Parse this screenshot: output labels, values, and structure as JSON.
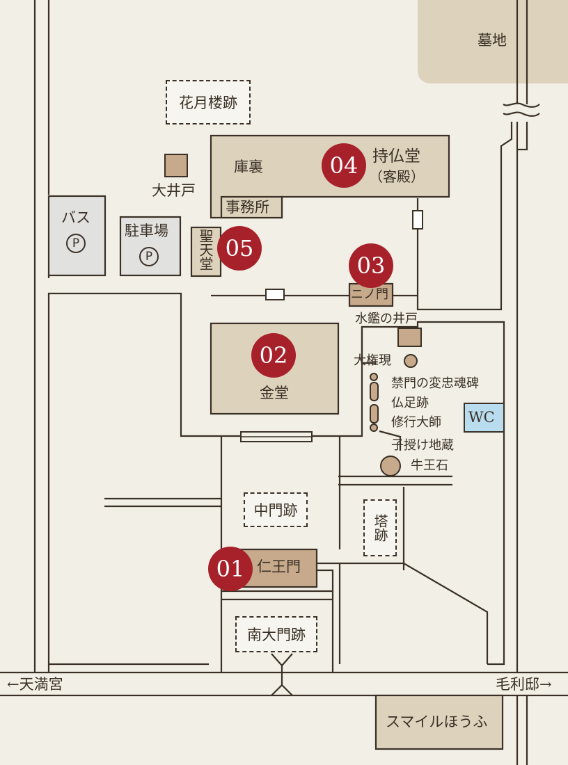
{
  "colors": {
    "background": "#f2efe7",
    "building": "#ddd3bd",
    "building_dark": "#c7a98b",
    "parking": "#e1e1df",
    "marker": "#a7212a",
    "wc": "#b9dcef",
    "road": "#3a3026"
  },
  "areas": {
    "cemetery": "墓地",
    "kitchen": "庫裏",
    "jibutsudo_line1": "持仏堂",
    "jibutsudo_line2": "（客殿）",
    "office": "事務所",
    "well": "大井戸",
    "kagetsuro": "花月楼跡",
    "bus_parking": "バス",
    "car_parking": "駐車場",
    "parking_symbol": "P",
    "shotendo": "聖天堂",
    "ninomon": "ニノ門",
    "mizukagami": "水鑑の井戸",
    "daigongen": "大権現",
    "kondo": "金堂",
    "kinmon_monument": "禁門の変忠魂碑",
    "bussokuseki": "仏足跡",
    "shugyo_daishi": "修行大師",
    "kosazuke_jizo": "子授け地蔵",
    "gooseki": "牛王石",
    "wc": "WC",
    "chumon_ruins": "中門跡",
    "tower_ruins": "塔跡",
    "niomon": "仁王門",
    "nandaimon_ruins": "南大門跡",
    "smile_hofu": "スマイルほうふ"
  },
  "directions": {
    "west": "←天満宮",
    "east": "毛利邸→"
  },
  "markers": [
    "01",
    "02",
    "03",
    "04",
    "05"
  ]
}
